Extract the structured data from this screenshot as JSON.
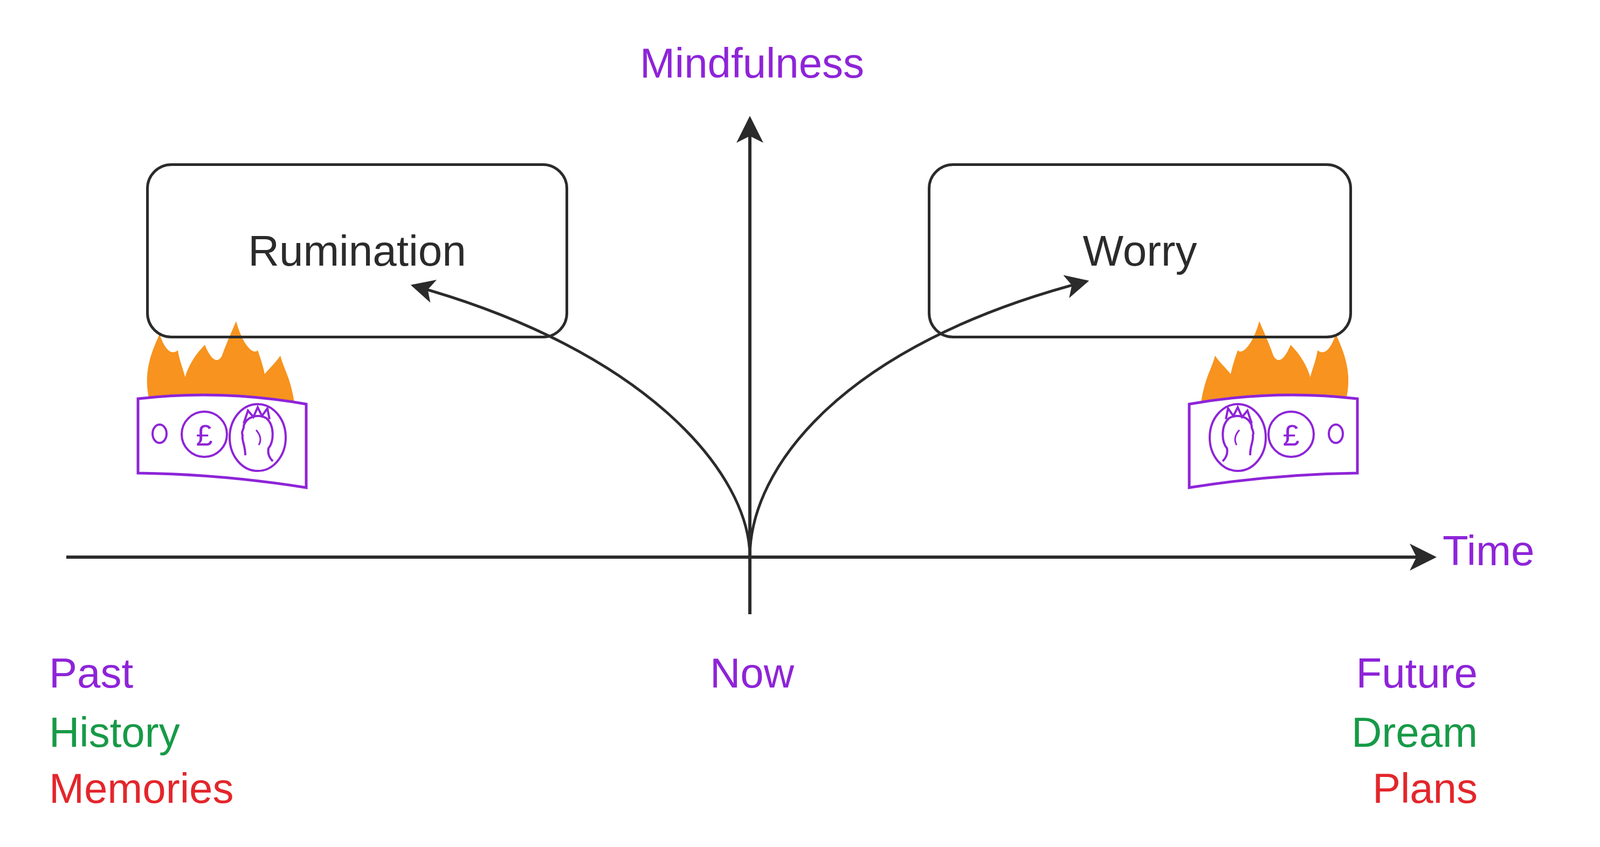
{
  "diagram": {
    "nodes": [
      {
        "text": [
          "Rumination"
        ]
      },
      {
        "text": [
          "Worry"
        ]
      }
    ],
    "labels": [
      "Mindfulness",
      "£",
      "£",
      "Time",
      "Past",
      "History",
      "Memories",
      "Now",
      "Future",
      "Dream",
      "Plans"
    ]
  }
}
